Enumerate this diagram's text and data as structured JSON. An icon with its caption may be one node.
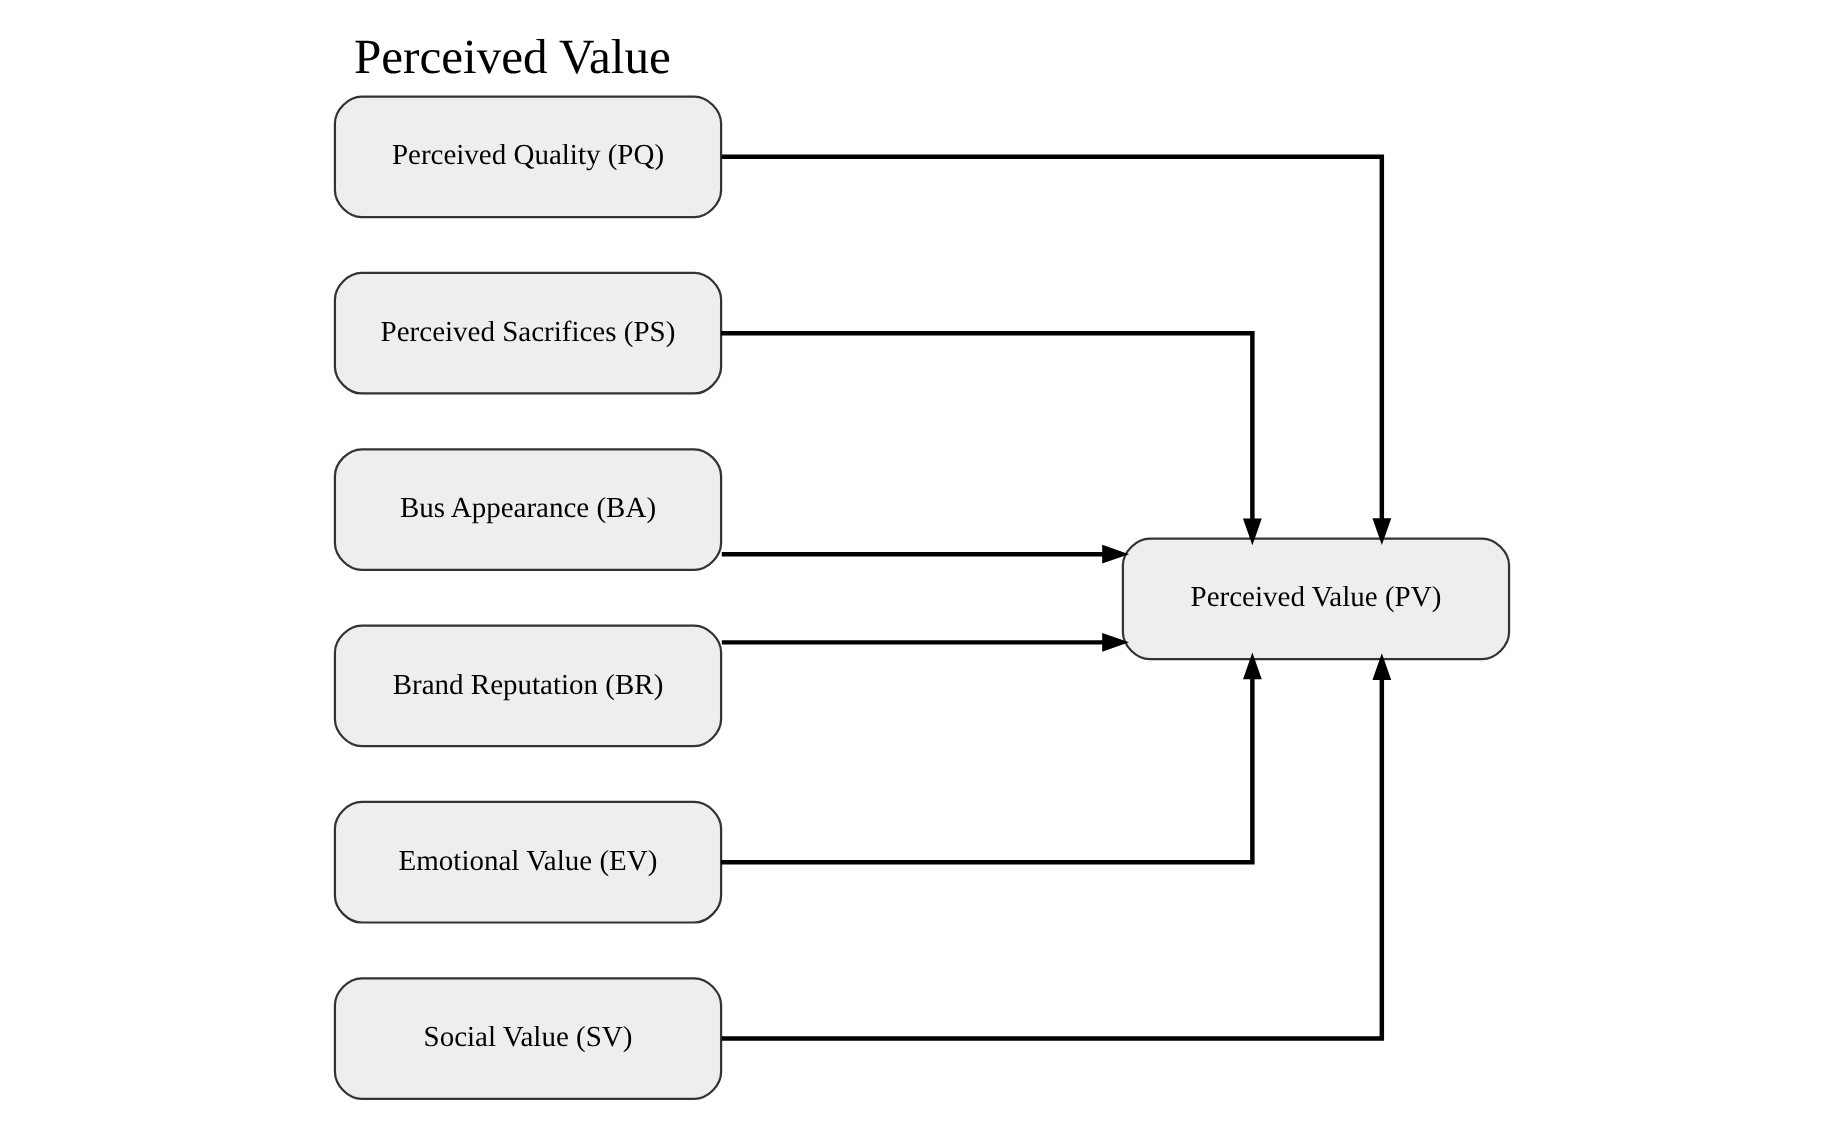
{
  "diagram": {
    "title": "Perceived Value",
    "nodes": [
      {
        "text": [
          "Perceived Quality (PQ)"
        ]
      },
      {
        "text": [
          "Perceived Sacrifices (PS)"
        ]
      },
      {
        "text": [
          "Bus Appearance (BA)"
        ]
      },
      {
        "text": [
          "Brand Reputation (BR)"
        ]
      },
      {
        "text": [
          "Emotional Value (EV)"
        ]
      },
      {
        "text": [
          "Social Value (SV)"
        ]
      },
      {
        "text": [
          "Perceived Value (PV)"
        ]
      }
    ],
    "edges": [
      {
        "from": 0,
        "to": 6,
        "arrow": "to"
      },
      {
        "from": 1,
        "to": 6,
        "arrow": "to"
      },
      {
        "from": 2,
        "to": 6,
        "arrow": "to"
      },
      {
        "from": 3,
        "to": 6,
        "arrow": "to"
      },
      {
        "from": 4,
        "to": 6,
        "arrow": "to"
      },
      {
        "from": 5,
        "to": 6,
        "arrow": "to"
      }
    ]
  }
}
